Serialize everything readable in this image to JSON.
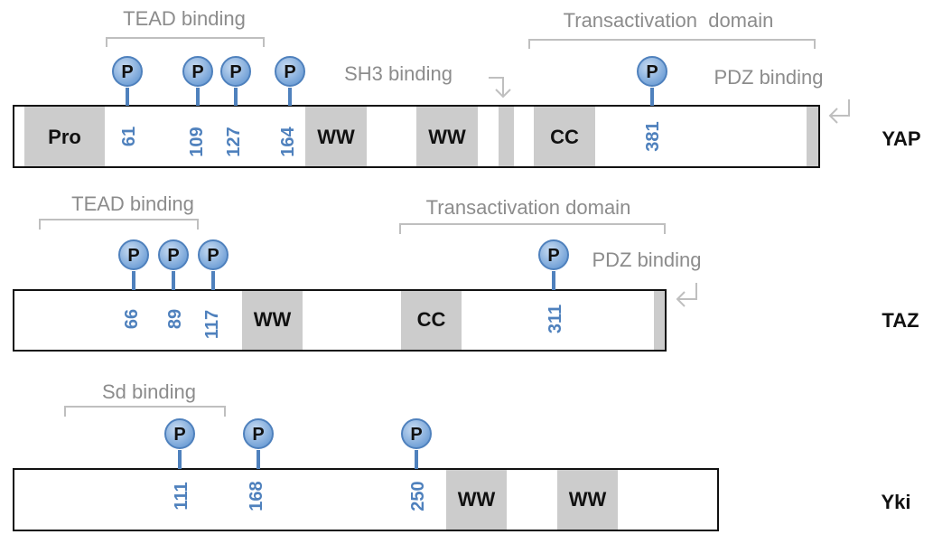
{
  "proteins": [
    {
      "name": "YAP",
      "domains": [
        {
          "label": "Pro"
        },
        {
          "label": "WW"
        },
        {
          "label": "WW"
        },
        {
          "label": ""
        },
        {
          "label": "CC"
        },
        {
          "label": ""
        }
      ],
      "sites": [
        {
          "number": "61",
          "symbol": "P"
        },
        {
          "number": "109",
          "symbol": "P"
        },
        {
          "number": "127",
          "symbol": "P"
        },
        {
          "number": "164",
          "symbol": "P"
        },
        {
          "number": "381",
          "symbol": "P"
        }
      ],
      "regions": [
        {
          "label": "TEAD binding"
        },
        {
          "label": "Transactivation  domain"
        },
        {
          "label": "SH3 binding"
        },
        {
          "label": "PDZ binding"
        }
      ]
    },
    {
      "name": "TAZ",
      "domains": [
        {
          "label": "WW"
        },
        {
          "label": "CC"
        },
        {
          "label": ""
        }
      ],
      "sites": [
        {
          "number": "66",
          "symbol": "P"
        },
        {
          "number": "89",
          "symbol": "P"
        },
        {
          "number": "117",
          "symbol": "P"
        },
        {
          "number": "311",
          "symbol": "P"
        }
      ],
      "regions": [
        {
          "label": "TEAD binding"
        },
        {
          "label": "Transactivation domain"
        },
        {
          "label": "PDZ binding"
        }
      ]
    },
    {
      "name": "Yki",
      "domains": [
        {
          "label": "WW"
        },
        {
          "label": "WW"
        }
      ],
      "sites": [
        {
          "number": "111",
          "symbol": "P"
        },
        {
          "number": "168",
          "symbol": "P"
        },
        {
          "number": "250",
          "symbol": "P"
        }
      ],
      "regions": [
        {
          "label": "Sd binding"
        }
      ]
    }
  ],
  "colors": {
    "phospho_fill": "#8db4e2",
    "phospho_stroke": "#4f81bd",
    "site_number": "#4f81bd",
    "domain_fill": "#cccccc",
    "annotation_grey": "#8c8c8c"
  }
}
